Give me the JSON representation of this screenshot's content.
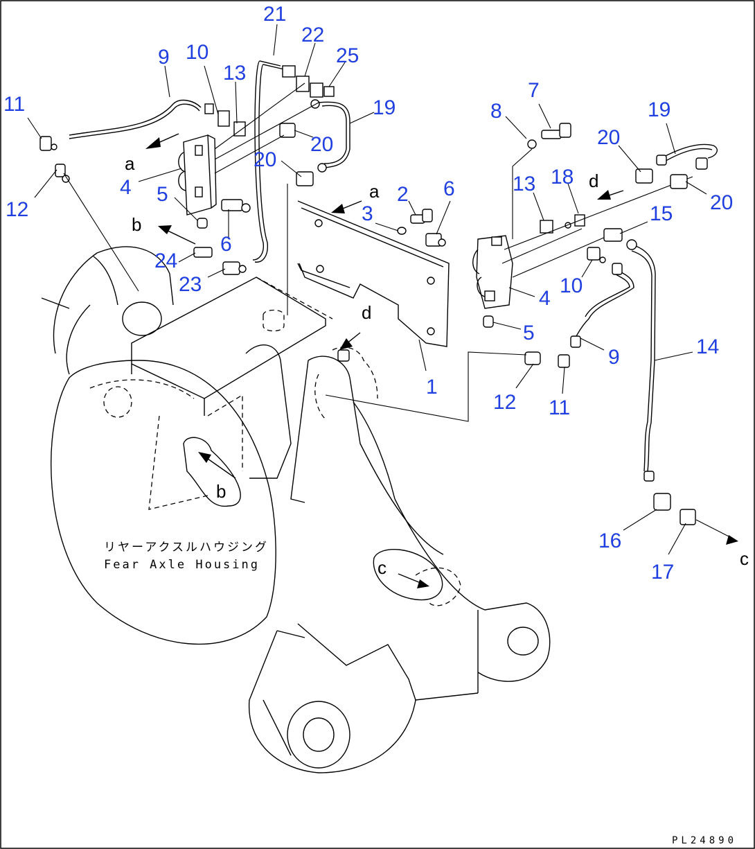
{
  "diagram": {
    "callouts": [
      "21",
      "22",
      "25",
      "9",
      "10",
      "13",
      "11",
      "19",
      "20",
      "20",
      "12",
      "4",
      "5",
      "6",
      "24",
      "23",
      "3",
      "2",
      "6",
      "8",
      "7",
      "19",
      "20",
      "13",
      "18",
      "20",
      "15",
      "10",
      "4",
      "5",
      "1",
      "12",
      "11",
      "9",
      "14",
      "16",
      "17"
    ],
    "view_letters": [
      "a",
      "b",
      "a",
      "d",
      "d",
      "b",
      "c",
      "c"
    ],
    "housing_label_jp": "リヤーアクスルハウジング",
    "housing_label_en": "Fear Axle Housing",
    "drawing_code": "PL24890"
  }
}
